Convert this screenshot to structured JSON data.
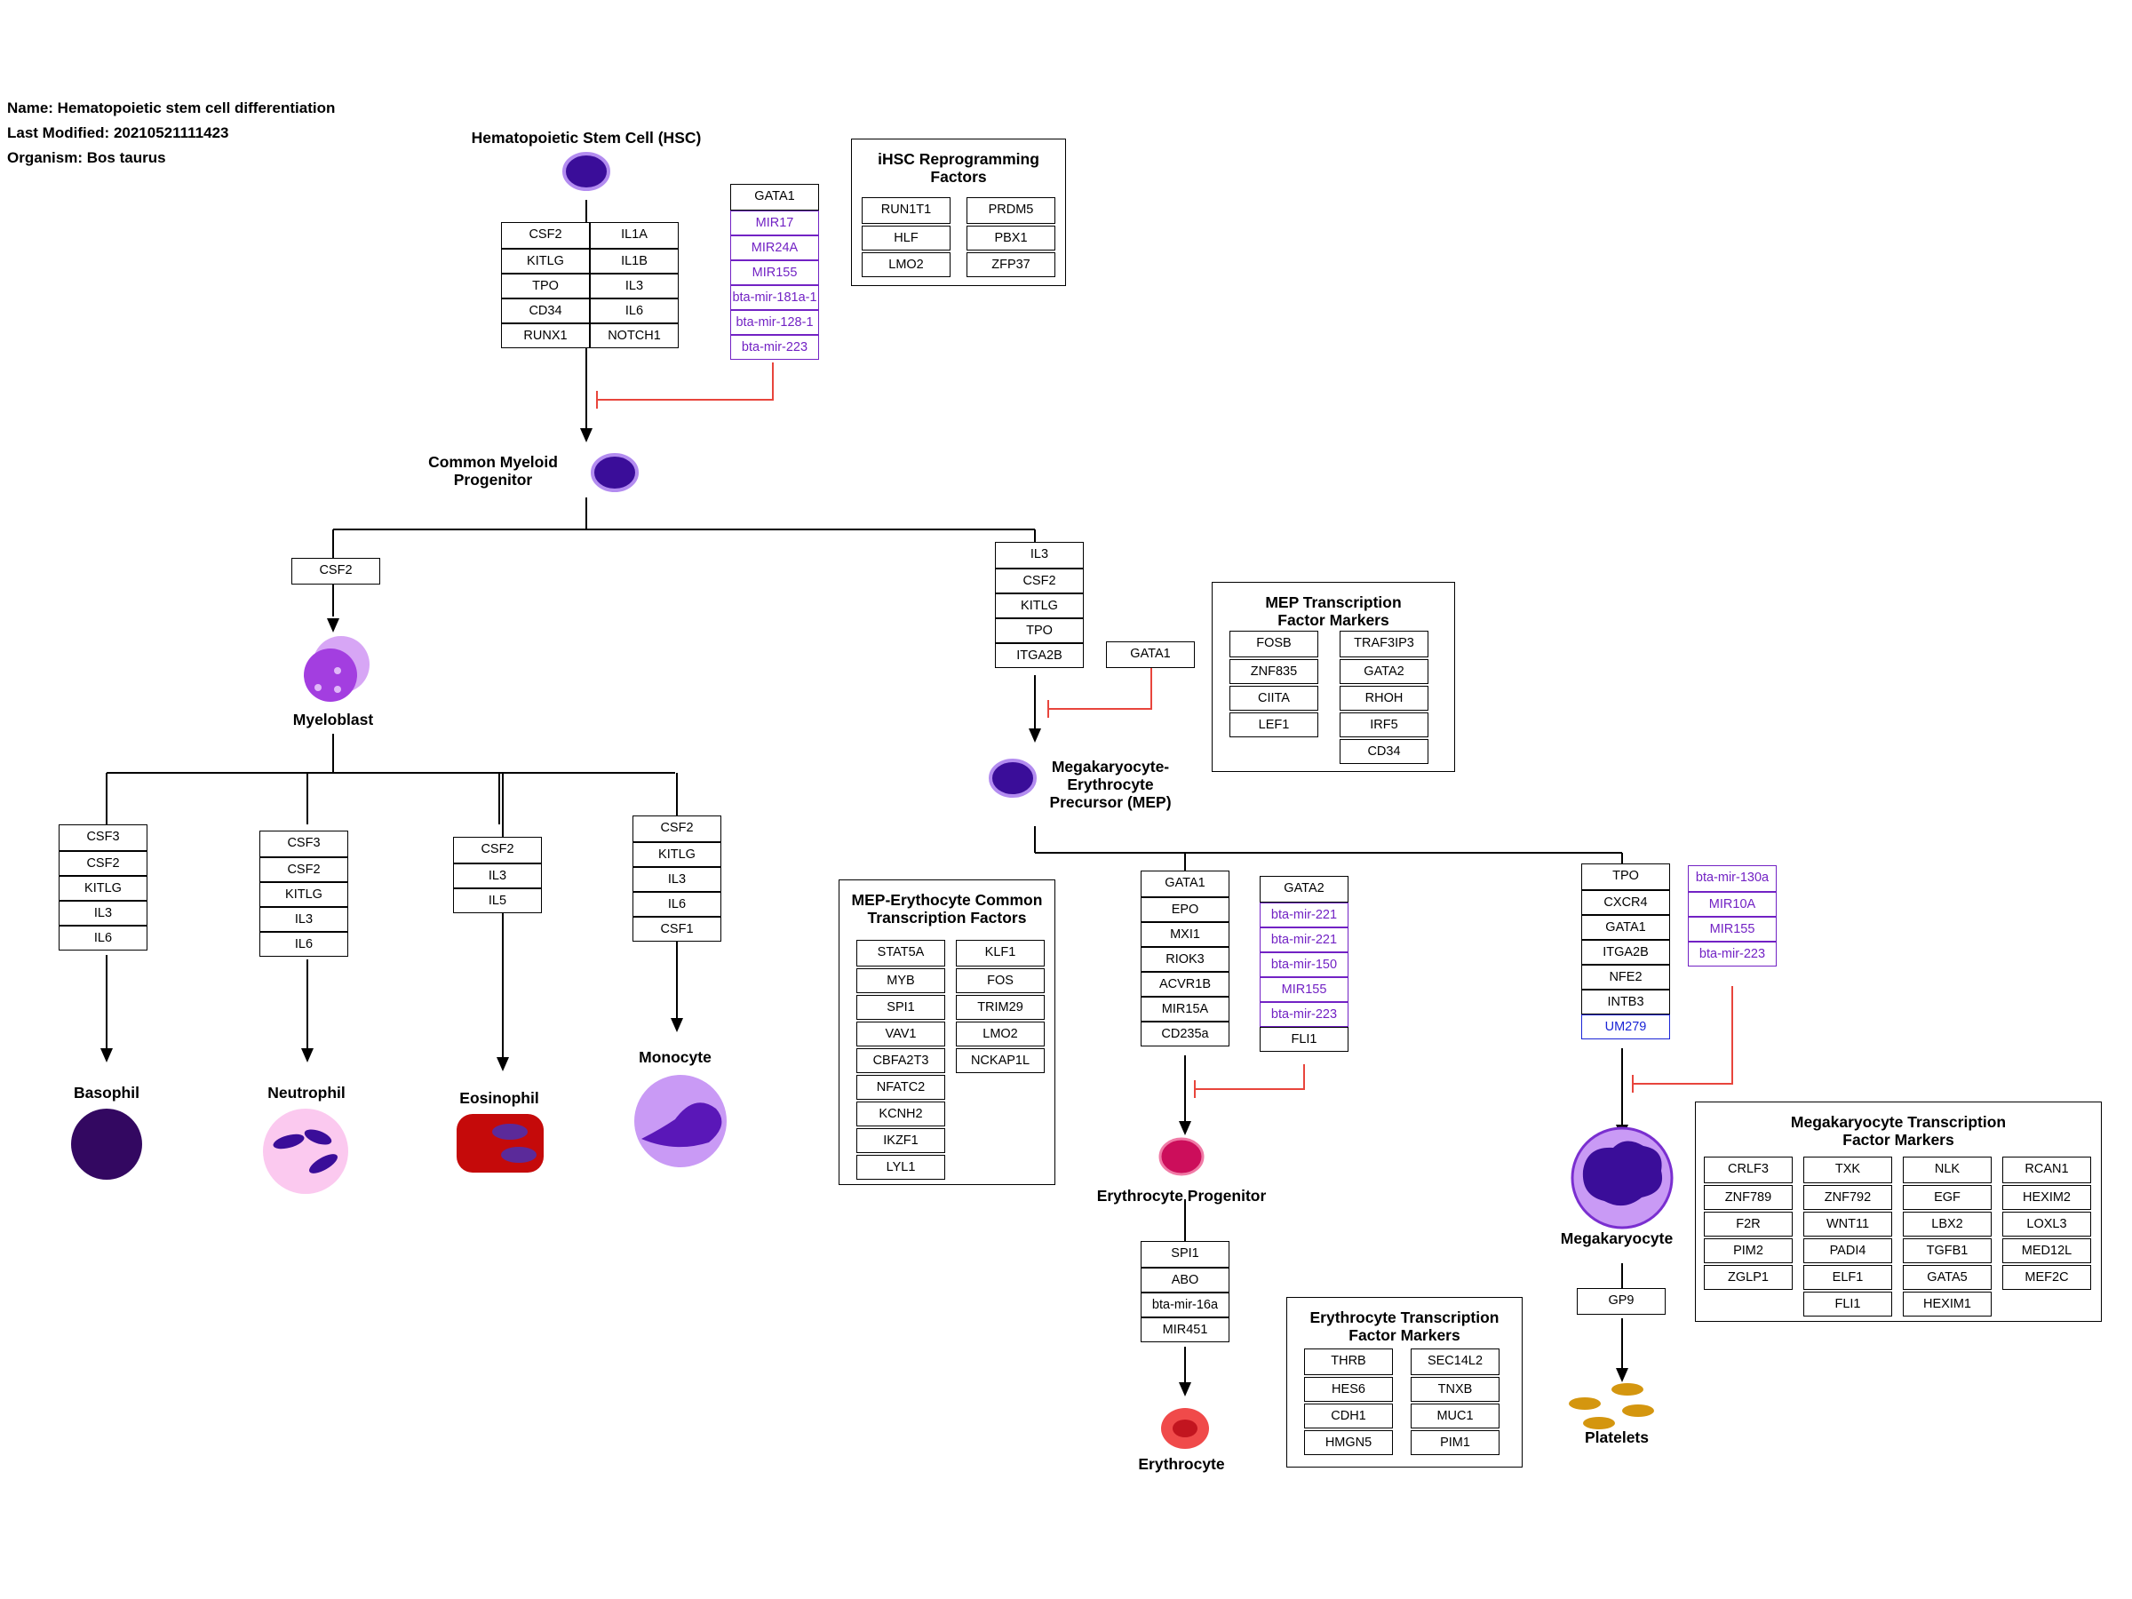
{
  "meta": {
    "name": "Name: Hematopoietic stem cell differentiation",
    "modified": "Last Modified: 20210521111423",
    "organism": "Organism: Bos taurus"
  },
  "colors": {
    "cell_dark": "#3a0d99",
    "mir_purple": "#7222c4",
    "inhibit_red": "#e8453c",
    "um_blue": "#1a24d6",
    "platelet": "#d4960f"
  },
  "cells": {
    "hsc": "Hematopoietic Stem Cell (HSC)",
    "cmp": "Common Myeloid\nProgenitor",
    "myeloblast": "Myeloblast",
    "mep": "Megakaryocyte-\nErythrocyte\nPrecursor (MEP)",
    "basophil": "Basophil",
    "neutrophil": "Neutrophil",
    "eosinophil": "Eosinophil",
    "monocyte": "Monocyte",
    "erythrocyte_progenitor": "Erythrocyte Progenitor",
    "erythrocyte": "Erythrocyte",
    "megakaryocyte": "Megakaryocyte",
    "platelets": "Platelets"
  },
  "stacks": {
    "hsc_left": [
      "CSF2",
      "KITLG",
      "TPO",
      "CD34",
      "RUNX1"
    ],
    "hsc_right": [
      "IL1A",
      "IL1B",
      "IL3",
      "IL6",
      "NOTCH1"
    ],
    "hsc_mirs": [
      "GATA1",
      "MIR17",
      "MIR24A",
      "MIR155",
      "bta-mir-181a-1",
      "bta-mir-128-1",
      "bta-mir-223"
    ],
    "myeloblast_in": [
      "CSF2"
    ],
    "mep_in": [
      "IL3",
      "CSF2",
      "KITLG",
      "TPO",
      "ITGA2B"
    ],
    "mep_inhib": [
      "GATA1"
    ],
    "basophil": [
      "CSF3",
      "CSF2",
      "KITLG",
      "IL3",
      "IL6"
    ],
    "neutrophil": [
      "CSF3",
      "CSF2",
      "KITLG",
      "IL3",
      "IL6"
    ],
    "eosinophil": [
      "CSF2",
      "IL3",
      "IL5"
    ],
    "monocyte": [
      "CSF2",
      "KITLG",
      "IL3",
      "IL6",
      "CSF1"
    ],
    "ery_prog_in": [
      "GATA1",
      "EPO",
      "MXI1",
      "RIOK3",
      "ACVR1B",
      "MIR15A",
      "CD235a"
    ],
    "ery_prog_inhib": [
      "GATA2",
      "bta-mir-221",
      "bta-mir-221",
      "bta-mir-150",
      "MIR155",
      "bta-mir-223",
      "FLI1"
    ],
    "erythrocyte_in": [
      "SPI1",
      "ABO",
      "bta-mir-16a",
      "MIR451"
    ],
    "mega_in": [
      "TPO",
      "CXCR4",
      "GATA1",
      "ITGA2B",
      "NFE2",
      "INTB3",
      "UM279"
    ],
    "mega_inhib": [
      "bta-mir-130a",
      "MIR10A",
      "MIR155",
      "bta-mir-223"
    ],
    "platelet_in": [
      "GP9"
    ]
  },
  "panels": {
    "ihsc": {
      "title": "iHSC Reprogramming\nFactors",
      "cols": [
        [
          "RUN1T1",
          "HLF",
          "LMO2"
        ],
        [
          "PRDM5",
          "PBX1",
          "ZFP37"
        ]
      ]
    },
    "mep_tf": {
      "title": "MEP Transcription\nFactor Markers",
      "cols": [
        [
          "FOSB",
          "ZNF835",
          "CIITA",
          "LEF1"
        ],
        [
          "TRAF3IP3",
          "GATA2",
          "RHOH",
          "IRF5",
          "CD34"
        ]
      ]
    },
    "mep_ery": {
      "title": "MEP-Erythocyte Common\nTranscription Factors",
      "cols": [
        [
          "STAT5A",
          "MYB",
          "SPI1",
          "VAV1",
          "CBFA2T3",
          "NFATC2",
          "KCNH2",
          "IKZF1",
          "LYL1"
        ],
        [
          "KLF1",
          "FOS",
          "TRIM29",
          "LMO2",
          "NCKAP1L"
        ]
      ]
    },
    "ery_tf": {
      "title": "Erythrocyte Transcription\nFactor Markers",
      "cols": [
        [
          "THRB",
          "HES6",
          "CDH1",
          "HMGN5"
        ],
        [
          "SEC14L2",
          "TNXB",
          "MUC1",
          "PIM1"
        ]
      ]
    },
    "mega_tf": {
      "title": "Megakaryocyte Transcription\nFactor Markers",
      "cols": [
        [
          "CRLF3",
          "ZNF789",
          "F2R",
          "PIM2",
          "ZGLP1"
        ],
        [
          "TXK",
          "ZNF792",
          "WNT11",
          "PADI4",
          "ELF1",
          "FLI1"
        ],
        [
          "NLK",
          "EGF",
          "LBX2",
          "TGFB1",
          "GATA5",
          "HEXIM1"
        ],
        [
          "RCAN1",
          "HEXIM2",
          "LOXL3",
          "MED12L",
          "MEF2C"
        ]
      ]
    }
  }
}
